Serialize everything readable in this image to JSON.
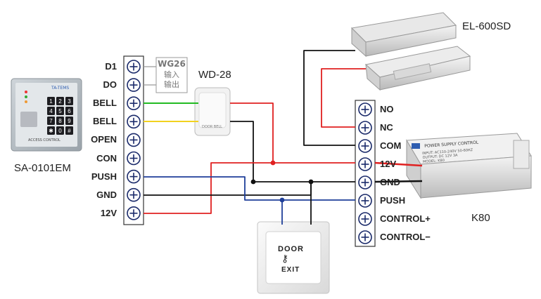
{
  "devices": {
    "keypad": {
      "name": "SA-0101EM",
      "brand": "TA-TEMS",
      "caption": "ACCESS CONTROL",
      "keys": [
        "1",
        "2",
        "3",
        "4",
        "5",
        "6",
        "7",
        "8",
        "9",
        "✱",
        "0",
        "#"
      ]
    },
    "bell": {
      "name": "WD-28",
      "caption": "DOOR BELL"
    },
    "lock": {
      "name": "EL-600SD"
    },
    "power": {
      "name": "K80",
      "caption": "POWER SUPPLY CONTROL",
      "spec_lines": [
        "INPUT: AC110-240V 50-60HZ",
        "OUTPUT: DC 12V 3A",
        "MODEL: K80"
      ]
    },
    "exit_button": {
      "line1": "DOOR",
      "line2": "EXIT"
    }
  },
  "wiegand": {
    "line1": "WG26",
    "line2": "输入",
    "line3": "输出"
  },
  "left_terminals": [
    "D1",
    "DO",
    "BELL",
    "BELL",
    "OPEN",
    "CON",
    "PUSH",
    "GND",
    "12V"
  ],
  "right_terminals": [
    "NO",
    "NC",
    "COM",
    "12V",
    "GND",
    "PUSH",
    "CONTROL+",
    "CONTROL−"
  ],
  "wire_colors": {
    "red": "#e02020",
    "black": "#111111",
    "blue": "#1f3f99",
    "green": "#22bb22",
    "yellow": "#f2d21f",
    "gray": "#999999"
  }
}
